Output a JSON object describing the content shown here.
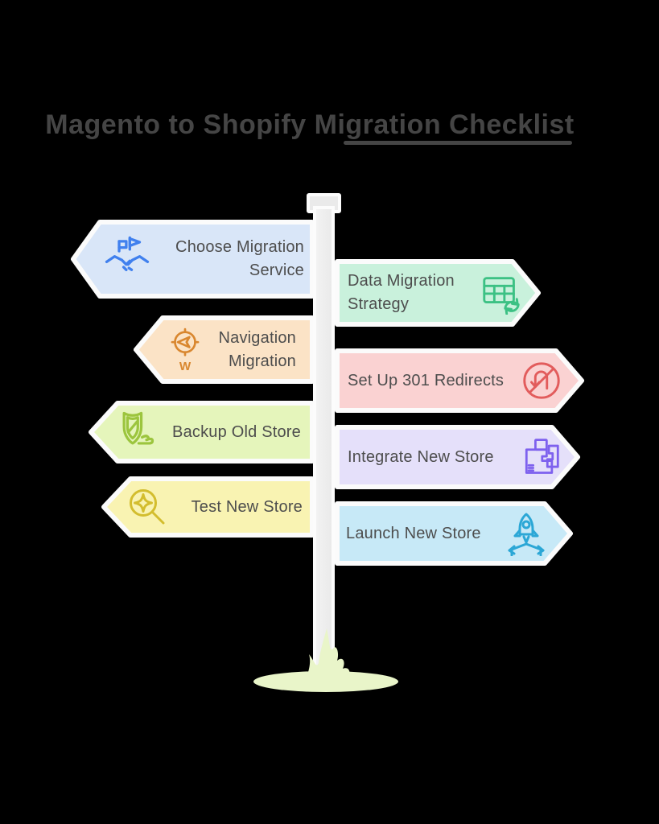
{
  "theme": {
    "background": "#000000",
    "title_color": "#454545",
    "underline_color": "#454545",
    "text_color": "#4d4d4d",
    "pole_fill": "#eaeaea",
    "pole_border": "#fcfcfc",
    "grass_fill": "#e9f5c9"
  },
  "title": {
    "text": "Magento to Shopify Migration Checklist"
  },
  "signs": [
    {
      "id": "choose-migration-service",
      "direction": "left",
      "lines": [
        "Choose Migration",
        "Service"
      ],
      "fill": "#d9e6f8",
      "icon_color": "#4080ee",
      "icon": "handshake-flag-icon"
    },
    {
      "id": "data-migration-strategy",
      "direction": "right",
      "lines": [
        "Data Migration",
        "Strategy"
      ],
      "fill": "#c9f1dc",
      "icon_color": "#3cc184",
      "icon": "table-sync-icon"
    },
    {
      "id": "navigation-migration",
      "direction": "left",
      "lines": [
        "Navigation",
        "Migration"
      ],
      "fill": "#fbe3c6",
      "icon_color": "#d9872f",
      "icon": "compass-icon",
      "icon_text": "W"
    },
    {
      "id": "set-up-301-redirects",
      "direction": "right",
      "lines": [
        "Set Up 301 Redirects"
      ],
      "fill": "#fad2d2",
      "icon_color": "#e25c5c",
      "icon": "redirect-icon"
    },
    {
      "id": "backup-old-store",
      "direction": "left",
      "lines": [
        "Backup Old Store"
      ],
      "fill": "#e5f5bb",
      "icon_color": "#9cc53e",
      "icon": "shield-wind-icon"
    },
    {
      "id": "integrate-new-store",
      "direction": "right",
      "lines": [
        "Integrate New Store"
      ],
      "fill": "#e5e0fa",
      "icon_color": "#7e61ee",
      "icon": "puzzle-blocks-icon"
    },
    {
      "id": "test-new-store",
      "direction": "left",
      "lines": [
        "Test New Store"
      ],
      "fill": "#f9f3b2",
      "icon_color": "#d3bd2e",
      "icon": "magnifier-sparkle-icon"
    },
    {
      "id": "launch-new-store",
      "direction": "right",
      "lines": [
        "Launch New Store"
      ],
      "fill": "#c7e9f7",
      "icon_color": "#2ba7d6",
      "icon": "rocket-launch-icon"
    }
  ]
}
